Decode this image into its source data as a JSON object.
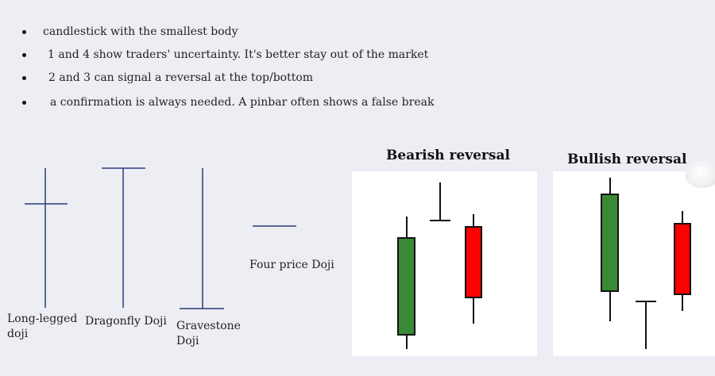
{
  "bullets": [
    "candlestick with the smallest body",
    "1 and 4 show traders' uncertainty. It's better stay out of the market",
    "2 and 3 can signal a reversal at the top/bottom",
    "a confirmation is always needed. A pinbar often shows a false break"
  ],
  "doji_labels": {
    "long_legged": "Long-legged doji",
    "dragonfly": "Dragonfly Doji",
    "gravestone": "Gravestone Doji",
    "four_price": "Four price Doji"
  },
  "panels": {
    "bearish_title": "Bearish reversal",
    "bullish_title": "Bullish reversal"
  },
  "colors": {
    "background": "#edeef4",
    "doji_line": "#2b3a7a",
    "bullish_candle": "#3a8a35",
    "bearish_candle": "#ff0000",
    "wick": "#111111"
  }
}
